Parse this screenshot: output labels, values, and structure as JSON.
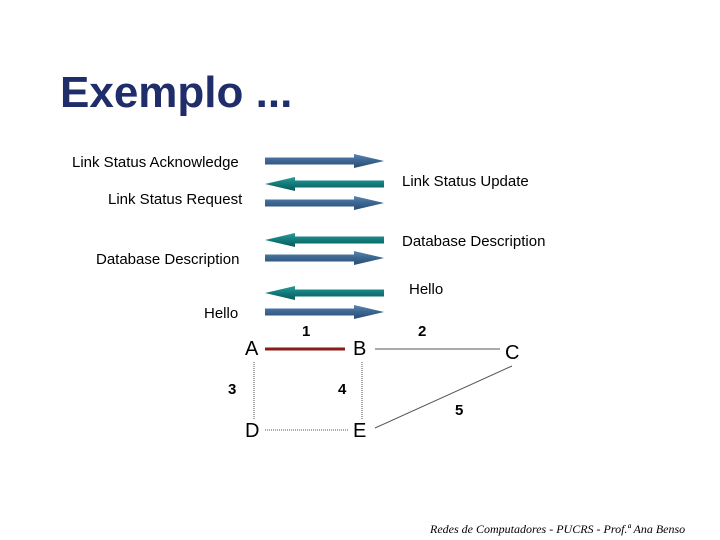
{
  "slide": {
    "title": "Exemplo ...",
    "footer": "Redes de Computadores - PUCRS  -  Prof.ª Ana Benso"
  },
  "messages": [
    {
      "label": "Link Status Acknowledge",
      "direction": "right",
      "color": "#3b6591"
    },
    {
      "label": "Link Status Update",
      "direction": "left",
      "color": "#127a7a"
    },
    {
      "label": "Link Status Request",
      "direction": "right",
      "color": "#3b6591"
    },
    {
      "label": "Database Description",
      "direction": "left",
      "color": "#127a7a"
    },
    {
      "label": "Database Description",
      "direction": "right",
      "color": "#3b6591"
    },
    {
      "label": "Hello",
      "direction": "left",
      "color": "#127a7a"
    },
    {
      "label": "Hello",
      "direction": "right",
      "color": "#3b6591"
    }
  ],
  "network": {
    "nodes": {
      "a": "A",
      "b": "B",
      "c": "C",
      "d": "D",
      "e": "E"
    },
    "links": {
      "ab": "1",
      "bc": "2",
      "ad": "3",
      "be": "4",
      "ec": "5"
    },
    "colors": {
      "ab_link": "#8b1a1a",
      "other_link": "#555555"
    }
  }
}
